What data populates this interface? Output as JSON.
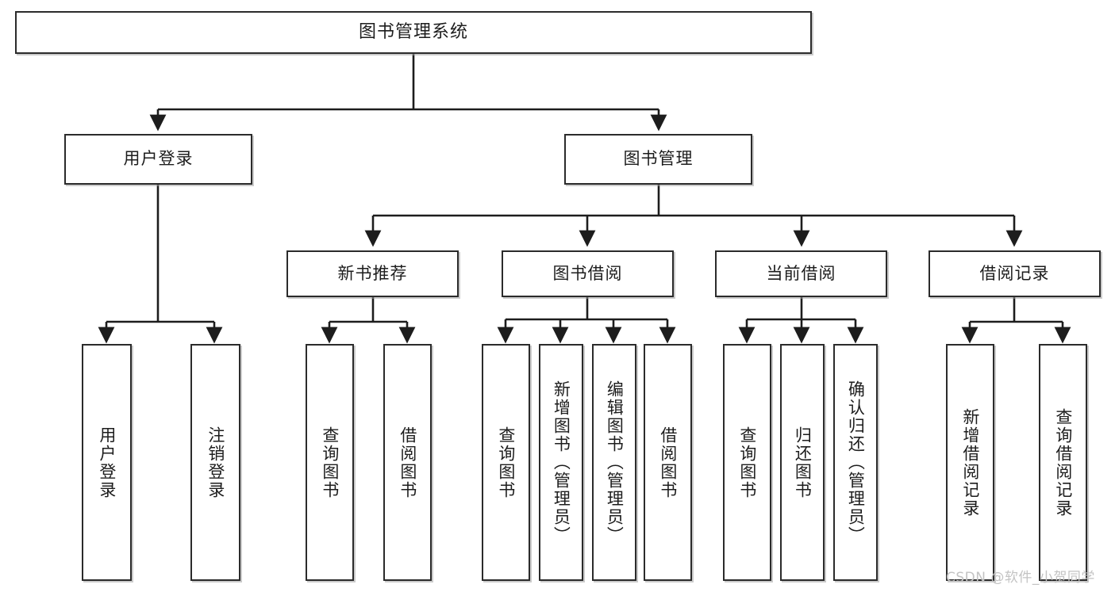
{
  "diagram": {
    "type": "tree",
    "title": "图书管理系统",
    "watermark": "CSDN @软件_小贺同学",
    "colors": {
      "background": "#ffffff",
      "border": "#2b2b2b",
      "text": "#1d1d1d",
      "connector": "#1d1d1d",
      "shadow": "#a0a0a0",
      "watermark": "#c3c3c3"
    },
    "nodes": {
      "root": {
        "label": "图书管理系统"
      },
      "level1": [
        {
          "id": "user-login",
          "label": "用户登录"
        },
        {
          "id": "book-management",
          "label": "图书管理"
        }
      ],
      "level2": [
        {
          "id": "new-book-recommend",
          "label": "新书推荐"
        },
        {
          "id": "book-borrow",
          "label": "图书借阅"
        },
        {
          "id": "current-borrow",
          "label": "当前借阅"
        },
        {
          "id": "borrow-record",
          "label": "借阅记录"
        }
      ],
      "leaves": {
        "user_login": [
          {
            "id": "leaf-user-login",
            "label": "用户登录"
          },
          {
            "id": "leaf-logout",
            "label": "注销登录"
          }
        ],
        "new_book_recommend": [
          {
            "id": "leaf-query-book-1",
            "label": "查询图书"
          },
          {
            "id": "leaf-borrow-book-1",
            "label": "借阅图书"
          }
        ],
        "book_borrow": [
          {
            "id": "leaf-query-book-2",
            "label": "查询图书"
          },
          {
            "id": "leaf-add-book",
            "label": "新增图书（管理员）"
          },
          {
            "id": "leaf-edit-book",
            "label": "编辑图书（管理员）"
          },
          {
            "id": "leaf-borrow-book-2",
            "label": "借阅图书"
          }
        ],
        "current_borrow": [
          {
            "id": "leaf-query-book-3",
            "label": "查询图书"
          },
          {
            "id": "leaf-return-book",
            "label": "归还图书"
          },
          {
            "id": "leaf-confirm-return",
            "label": "确认归还（管理员）"
          }
        ],
        "borrow_record": [
          {
            "id": "leaf-add-record",
            "label": "新增借阅记录"
          },
          {
            "id": "leaf-query-record",
            "label": "查询借阅记录"
          }
        ]
      }
    }
  }
}
